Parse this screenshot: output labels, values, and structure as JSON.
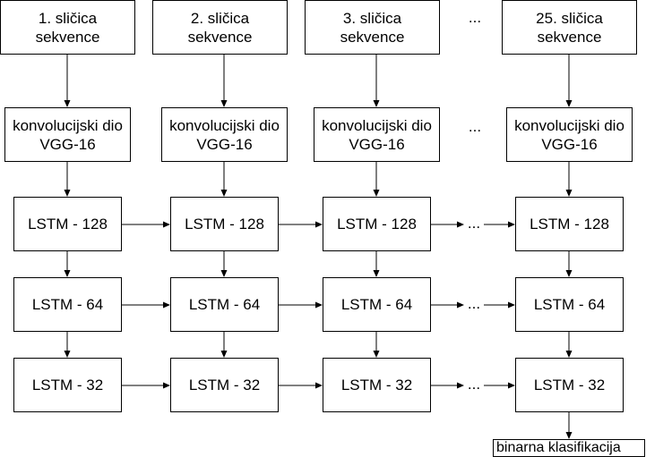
{
  "frames": [
    {
      "label": "1. sličica\nsekvence"
    },
    {
      "label": "2. sličica\nsekvence"
    },
    {
      "label": "3. sličica\nsekvence"
    },
    {
      "label": "25. sličica\nsekvence"
    }
  ],
  "vgg_label": "konvolucijski dio\nVGG-16",
  "lstm_layers": [
    "LSTM - 128",
    "LSTM - 64",
    "LSTM - 32"
  ],
  "ellipsis": "...",
  "output_label": "binarna klasifikacija"
}
